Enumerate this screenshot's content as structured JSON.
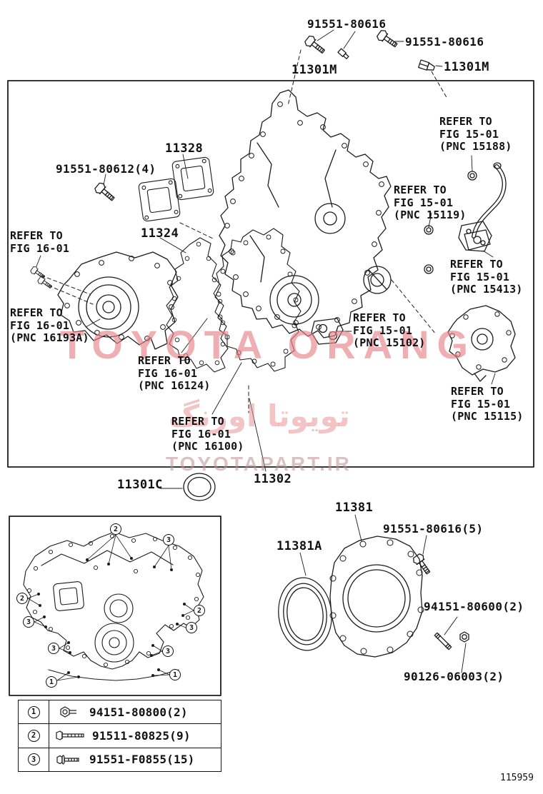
{
  "page": {
    "doc_number": "115959"
  },
  "watermark": {
    "title": "TOYOTA ORANG",
    "arabic": "تويوتا اورنگ",
    "site": "TOYOTAPART.IR"
  },
  "parts": {
    "bolt_top": "91551-80616",
    "sensor_top": "11301M",
    "bolt_top_right": "91551-80616",
    "sensor_top_right": "11301M",
    "gasket_11328": "11328",
    "bolt_80612": "91551-80612(4)",
    "gasket_11324": "11324",
    "gasket_11302": "11302",
    "seal_11301c": "11301C",
    "retainer_11381": "11381",
    "seal_11381a": "11381A",
    "bolt_80616_5": "91551-80616(5)",
    "nut_94151": "94151-80600(2)",
    "stud_90126": "90126-06003(2)"
  },
  "refer": {
    "fig16_01": {
      "l1": "REFER TO",
      "l2": "FIG 16-01"
    },
    "pnc_16193a": {
      "l1": "REFER TO",
      "l2": "FIG 16-01",
      "l3": "(PNC 16193A)"
    },
    "pnc_15188": {
      "l1": "REFER TO",
      "l2": "FIG 15-01",
      "l3": "(PNC 15188)"
    },
    "pnc_15119": {
      "l1": "REFER TO",
      "l2": "FIG 15-01",
      "l3": "(PNC 15119)"
    },
    "pnc_15413": {
      "l1": "REFER TO",
      "l2": "FIG 15-01",
      "l3": "(PNC 15413)"
    },
    "pnc_15102": {
      "l1": "REFER TO",
      "l2": "FIG 15-01",
      "l3": "(PNC 15102)"
    },
    "pnc_15115": {
      "l1": "REFER TO",
      "l2": "FIG 15-01",
      "l3": "(PNC 15115)"
    },
    "pnc_16124": {
      "l1": "REFER TO",
      "l2": "FIG 16-01",
      "l3": "(PNC 16124)"
    },
    "pnc_16100": {
      "l1": "REFER TO",
      "l2": "FIG 16-01",
      "l3": "(PNC 16100)"
    }
  },
  "callouts": [
    "2",
    "3",
    "2",
    "2",
    "3",
    "3",
    "3",
    "3",
    "1",
    "1"
  ],
  "legend": {
    "rows": [
      {
        "num": "1",
        "part": "94151-80800(2)"
      },
      {
        "num": "2",
        "part": "91511-80825(9)"
      },
      {
        "num": "3",
        "part": "91551-F0855(15)"
      }
    ]
  },
  "icons": {
    "legend_row1": "nut-icon",
    "legend_row2": "long-bolt-icon",
    "legend_row3": "flange-bolt-icon"
  }
}
